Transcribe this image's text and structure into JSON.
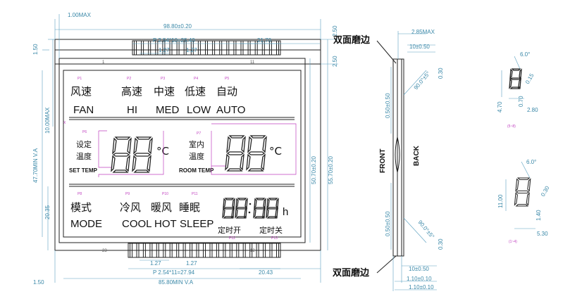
{
  "dimensions": {
    "top_max": "1.00MAX",
    "total_width": "98.80±0.20",
    "pitch_top": "P 2.54*10=25.40",
    "pin_gap_a": "1.27",
    "pin_gap_b": "1.27",
    "top_right": "21.70",
    "right_a": "2.50",
    "right_b": "2.50",
    "left_top": "1.50",
    "left_thick": "10.00MAX",
    "va_height": "47.70MIN V.A",
    "left_lower": "20.35",
    "height_inner": "50.70±0.20",
    "height_outer": "55.70±0.20",
    "pitch_bottom": "P 2.54*11=27.94",
    "bot_gap_a": "1.27",
    "bot_gap_b": "1.27",
    "bot_right": "20.43",
    "bot_left": "1.50",
    "va_width": "85.80MIN V.A"
  },
  "pin_numbers": {
    "top_left": "1",
    "top_right": "11",
    "bottom_left": "23",
    "bottom_right": "12"
  },
  "pin_labels": [
    "P1",
    "P2",
    "P3",
    "P4",
    "P5",
    "P6",
    "P7",
    "P8",
    "P9",
    "P10",
    "P11",
    "P12",
    "P13"
  ],
  "lcd": {
    "fan_cn": "风速",
    "fan_en": "FAN",
    "high_cn": "高速",
    "high_en": "HI",
    "mid_cn": "中速",
    "mid_en": "MED",
    "low_cn": "低速",
    "low_en": "LOW",
    "auto_cn": "自动",
    "auto_en": "AUTO",
    "set_cn1": "设定",
    "set_cn2": "温度",
    "set_en": "SET TEMP",
    "room_cn1": "室内",
    "room_cn2": "温度",
    "room_en": "ROOM TEMP",
    "celsius": "°C",
    "mode_cn": "模式",
    "mode_en": "MODE",
    "cool_cn": "冷风",
    "cool_en": "COOL",
    "hot_cn": "暖风",
    "hot_en": "HOT",
    "sleep_cn": "睡眠",
    "sleep_en": "SLEEP",
    "hour": "h",
    "timer_on": "定时开",
    "timer_off": "定时关",
    "x_mark": "X"
  },
  "side_view": {
    "label_top": "双面磨边",
    "label_bottom": "双面磨边",
    "thick": "2.85MAX",
    "top_w": "10±0.50",
    "angle_top": "90.0°±5°",
    "top_r": "0.30",
    "top_l": "0.50±0.50",
    "front": "FRONT",
    "back": "BACK",
    "bot_l": "0.50±0.50",
    "angle_bot": "90.0°±5°",
    "bot_r": "0.30",
    "bot_w": "10±0.50",
    "dim_a": "1.10±0.10",
    "dim_b": "1.10±0.10"
  },
  "detail_small": {
    "angle": "6.0°",
    "seg_w": "0.15",
    "h": "4.70",
    "w1": "0.70",
    "w2": "2.80",
    "caption": "(5~8)"
  },
  "detail_large": {
    "angle": "6.0°",
    "seg_w": "0.30",
    "h": "11.00",
    "w1": "1.40",
    "w2": "5.30",
    "caption": "(1~4)"
  }
}
